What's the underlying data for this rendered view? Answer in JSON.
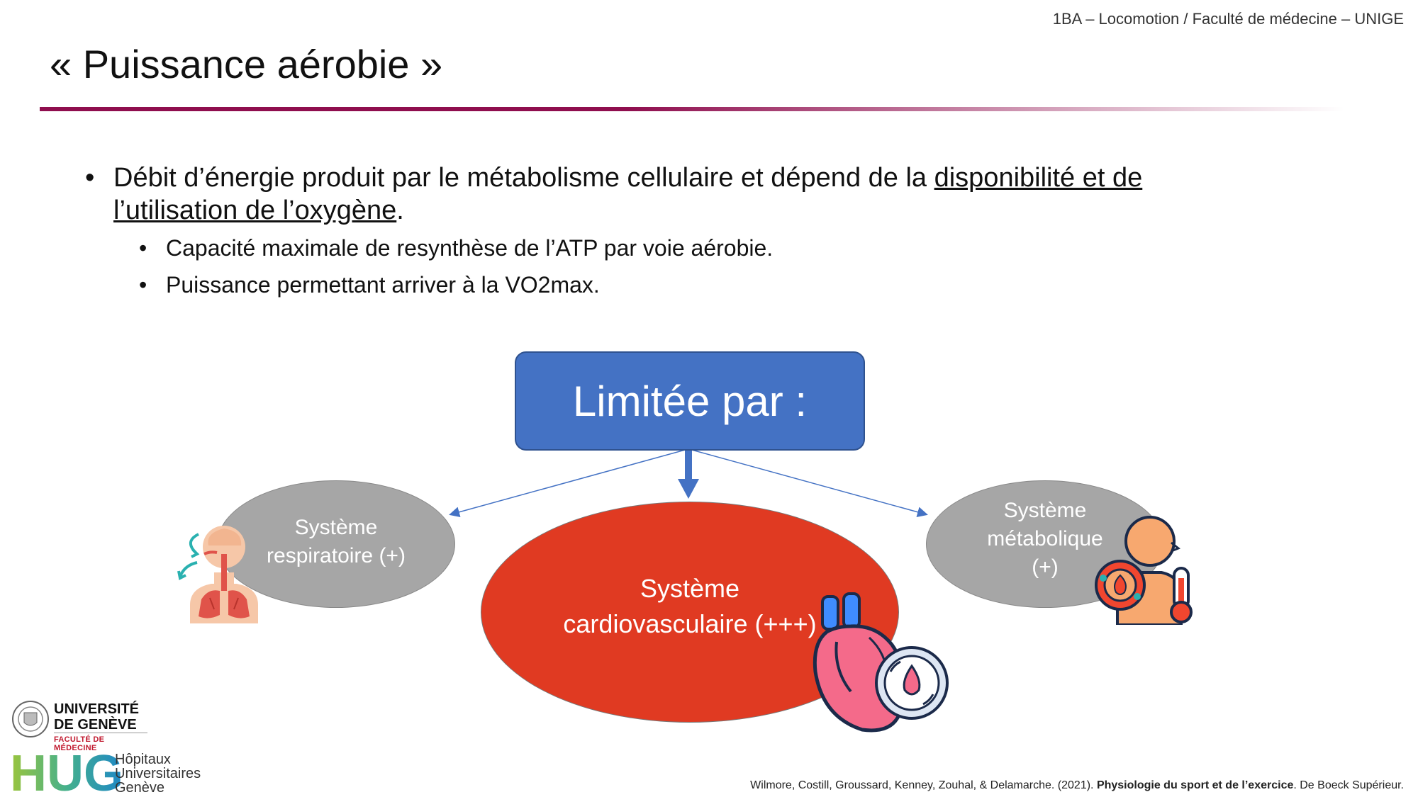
{
  "header": {
    "course": "1BA – Locomotion / Faculté de médecine – UNIGE"
  },
  "title": "« Puissance aérobie »",
  "bullets": {
    "main_prefix": "Débit d’énergie produit par le métabolisme cellulaire et dépend de la ",
    "main_underlined": "disponibilité et de l’utilisation de l’oxygène",
    "main_suffix": ".",
    "sub1": "Capacité maximale de resynthèse de l’ATP par voie aérobie.",
    "sub2": "Puissance permettant arriver à la VO2max.",
    "bullet_glyph": "•"
  },
  "diagram": {
    "box": "Limitée par :",
    "resp_line1": "Système",
    "resp_line2": "respiratoire (+)",
    "cardio_line1": "Système",
    "cardio_line2": "cardiovasculaire (+++)",
    "meta_line1": "Système",
    "meta_line2": "métabolique",
    "meta_line3": "(+)",
    "colors": {
      "box": "#4472c4",
      "cardio": "#e03a22",
      "side": "#a6a6a6",
      "arrow": "#4472c4"
    }
  },
  "logos": {
    "unige_line1": "UNIVERSITÉ",
    "unige_line2": "DE GENÈVE",
    "unige_faculty": "FACULTÉ DE MÉDECINE",
    "hug_letters": "HUG",
    "hug_line1": "Hôpitaux",
    "hug_line2": "Universitaires",
    "hug_line3": "Genève"
  },
  "citation": {
    "authors": "Wilmore, Costill, Groussard, Kenney, Zouhal, & Delamarche. (2021). ",
    "book": "Physiologie du sport et de l’exercice",
    "publisher": ". De Boeck Supérieur."
  },
  "icons": [
    "lungs-breathing-icon",
    "heart-blood-icon",
    "person-fever-icon"
  ]
}
